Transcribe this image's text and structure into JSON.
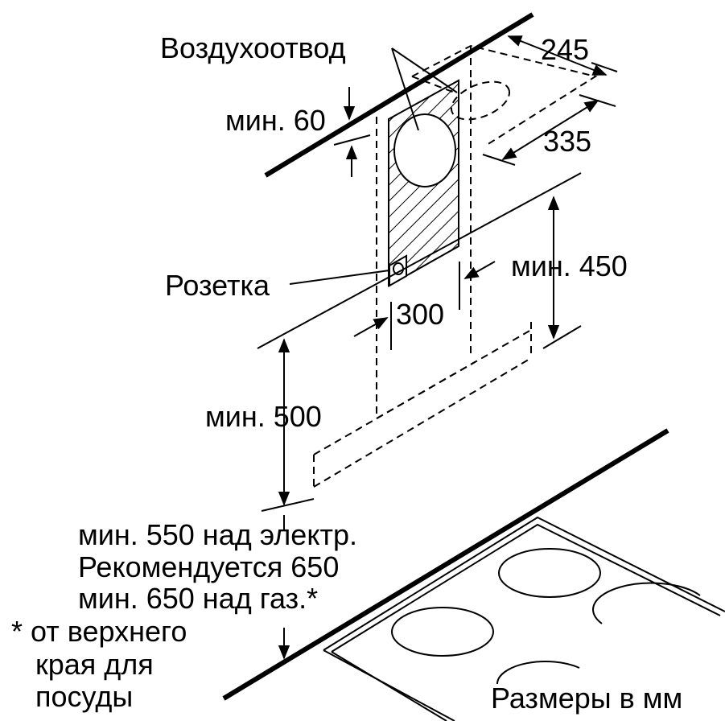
{
  "labels": {
    "air_outlet": "Воздухоотвод",
    "dim_245": "245",
    "dim_335": "335",
    "min_60": "мин. 60",
    "min_450": "мин. 450",
    "socket": "Розетка",
    "dim_300": "300",
    "min_500": "мин. 500",
    "units": "Размеры в мм"
  },
  "notes": {
    "line1": "мин. 550 над электр.",
    "line2": "Рекомендуется 650",
    "line3": "мин. 650 над газ.*",
    "footnote_line1": "* от верхнего",
    "footnote_line2": "края для",
    "footnote_line3": "посуды"
  },
  "colors": {
    "ink": "#000000",
    "background": "#ffffff"
  }
}
